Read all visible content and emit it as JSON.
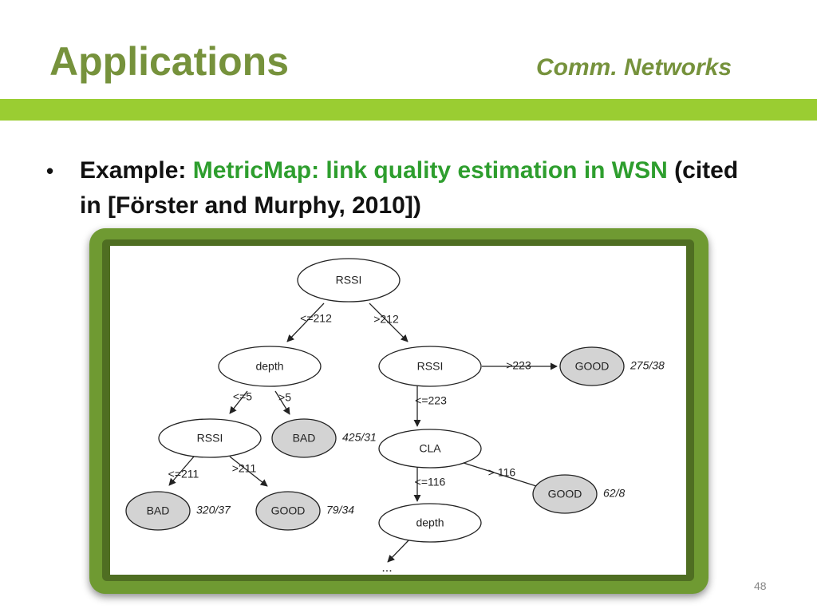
{
  "slide": {
    "title": "Applications",
    "subtitle": "Comm. Networks",
    "bullet_lead": "Example: ",
    "bullet_highlight": "MetricMap: link quality estimation in WSN",
    "bullet_tail": " (cited in [Förster and Murphy, 2010])",
    "page_number": "48"
  },
  "tree": {
    "nodes": {
      "rssi_root": "RSSI",
      "depth_1": "depth",
      "rssi_right": "RSSI",
      "good_1": "GOOD",
      "rssi_left": "RSSI",
      "bad_1": "BAD",
      "cla": "CLA",
      "bad_2": "BAD",
      "good_2": "GOOD",
      "good_3": "GOOD",
      "depth_2": "depth"
    },
    "edges": {
      "le212": "<=212",
      "gt212": ">212",
      "gt223": ">223",
      "le5": "<=5",
      "gt5": ">5",
      "le223": "<=223",
      "le211": "<=211",
      "gt211": ">211",
      "gt116": "> 116",
      "le116": "<=116"
    },
    "leaf_counts": {
      "good_1": "275/38",
      "bad_1": "425/31",
      "bad_2": "320/37",
      "good_2": "79/34",
      "good_3": "62/8"
    },
    "continuation": "..."
  },
  "colors": {
    "accent": "#76923c",
    "band": "#9acd32",
    "highlight": "#2e9e2e",
    "leaf_fill": "#d3d3d3"
  }
}
